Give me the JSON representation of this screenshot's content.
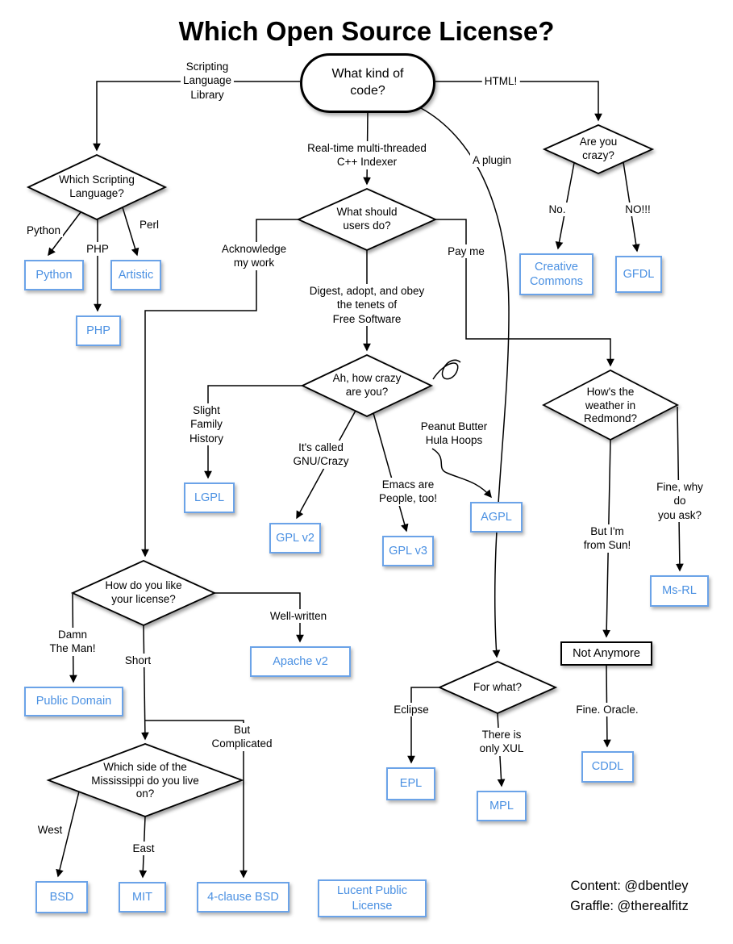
{
  "title": "Which Open Source License?",
  "start_label": "What kind of\ncode?",
  "decisions": {
    "scripting": "Which Scripting\nLanguage?",
    "users": "What should\nusers do?",
    "crazy": "Are you\ncrazy?",
    "how_crazy": "Ah, how crazy\nare you?",
    "weather": "How's the\nweather in\nRedmond?",
    "like": "How do you like\nyour license?",
    "mississippi": "Which side of the\nMississippi do you live\non?",
    "for_what": "For what?"
  },
  "edge_labels": {
    "scripting_lib": "Scripting\nLanguage\nLibrary",
    "html": "HTML!",
    "realtime": "Real-time multi-threaded\nC++ Indexer",
    "plugin": "A plugin",
    "python": "Python",
    "php": "PHP",
    "perl": "Perl",
    "no": "No.",
    "no_emphatic": "NO!!!",
    "acknowledge": "Acknowledge\nmy work",
    "pay_me": "Pay me",
    "digest": "Digest, adopt, and obey\nthe tenets of\nFree Software",
    "slight_family": "Slight\nFamily\nHistory",
    "gnu_crazy": "It's called\nGNU/Crazy",
    "emacs_people": "Emacs are\nPeople, too!",
    "peanut_butter": "Peanut Butter\nHula Hoops",
    "fine_why": "Fine, why do\nyou ask?",
    "but_sun": "But I'm\nfrom Sun!",
    "fine_oracle": "Fine. Oracle.",
    "damn_the_man": "Damn\nThe Man!",
    "short": "Short",
    "well_written": "Well-written",
    "west": "West",
    "east": "East",
    "but_complicated": "But\nComplicated",
    "eclipse": "Eclipse",
    "only_xul": "There is\nonly XUL"
  },
  "licenses": {
    "python": "Python",
    "artistic": "Artistic",
    "php": "PHP",
    "creative_commons": "Creative\nCommons",
    "gfdl": "GFDL",
    "lgpl": "LGPL",
    "gpl_v2": "GPL v2",
    "gpl_v3": "GPL v3",
    "agpl": "AGPL",
    "ms_rl": "Ms-RL",
    "apache_v2": "Apache v2",
    "public_domain": "Public Domain",
    "not_anymore": "Not Anymore",
    "cddl": "CDDL",
    "epl": "EPL",
    "mpl": "MPL",
    "bsd": "BSD",
    "mit": "MIT",
    "bsd_4clause": "4-clause BSD",
    "lucent": "Lucent Public\nLicense"
  },
  "credits": {
    "content": "Content: @dbentley",
    "graffle": "Graffle: @therealfitz"
  },
  "colors": {
    "license_border": "#6ba3e8",
    "license_text": "#4a90e2",
    "line": "#000000"
  }
}
